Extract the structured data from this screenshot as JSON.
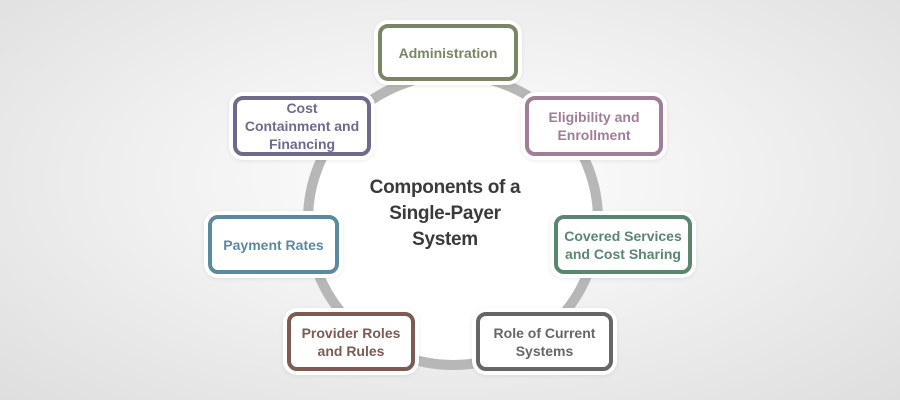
{
  "title": "Components of a Single-Payer System",
  "title_lines": [
    "Components of a",
    "Single-Payer",
    "System"
  ],
  "nodes": [
    {
      "label": "Administration",
      "color": "#7a8663"
    },
    {
      "label": "Eligibility and Enrollment",
      "color": "#a07d98"
    },
    {
      "label": "Covered Services and Cost Sharing",
      "color": "#5a8670"
    },
    {
      "label": "Role of Current Systems",
      "color": "#666666"
    },
    {
      "label": "Provider Roles and Rules",
      "color": "#7d5a52"
    },
    {
      "label": "Payment Rates",
      "color": "#5a8aa0"
    },
    {
      "label": "Cost Containment and Financing",
      "color": "#6e6a8e"
    }
  ]
}
